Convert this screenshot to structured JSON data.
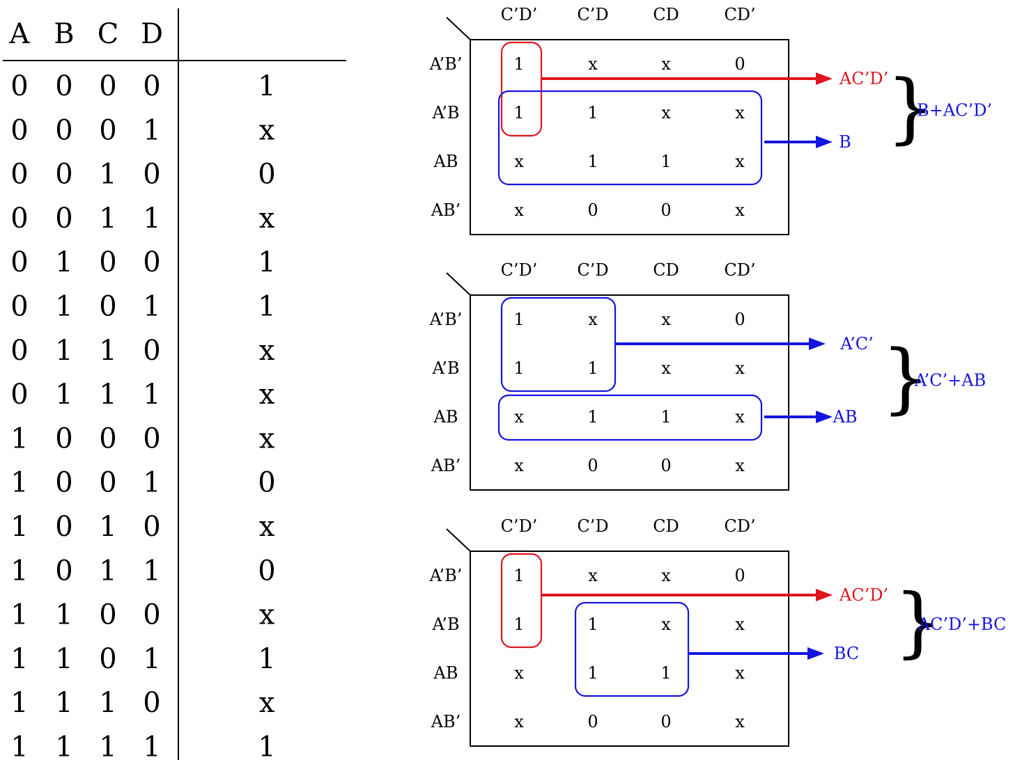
{
  "truth_table": {
    "headers": [
      "A",
      "B",
      "C",
      "D"
    ],
    "rows": [
      {
        "inputs": [
          "0",
          "0",
          "0",
          "0"
        ],
        "output": "1"
      },
      {
        "inputs": [
          "0",
          "0",
          "0",
          "1"
        ],
        "output": "x"
      },
      {
        "inputs": [
          "0",
          "0",
          "1",
          "0"
        ],
        "output": "0"
      },
      {
        "inputs": [
          "0",
          "0",
          "1",
          "1"
        ],
        "output": "x"
      },
      {
        "inputs": [
          "0",
          "1",
          "0",
          "0"
        ],
        "output": "1"
      },
      {
        "inputs": [
          "0",
          "1",
          "0",
          "1"
        ],
        "output": "1"
      },
      {
        "inputs": [
          "0",
          "1",
          "1",
          "0"
        ],
        "output": "x"
      },
      {
        "inputs": [
          "0",
          "1",
          "1",
          "1"
        ],
        "output": "x"
      },
      {
        "inputs": [
          "1",
          "0",
          "0",
          "0"
        ],
        "output": "x"
      },
      {
        "inputs": [
          "1",
          "0",
          "0",
          "1"
        ],
        "output": "0"
      },
      {
        "inputs": [
          "1",
          "0",
          "1",
          "0"
        ],
        "output": "x"
      },
      {
        "inputs": [
          "1",
          "0",
          "1",
          "1"
        ],
        "output": "0"
      },
      {
        "inputs": [
          "1",
          "1",
          "0",
          "0"
        ],
        "output": "x"
      },
      {
        "inputs": [
          "1",
          "1",
          "0",
          "1"
        ],
        "output": "1"
      },
      {
        "inputs": [
          "1",
          "1",
          "1",
          "0"
        ],
        "output": "x"
      },
      {
        "inputs": [
          "1",
          "1",
          "1",
          "1"
        ],
        "output": "1"
      }
    ]
  },
  "colors": {
    "red": "#e0141e",
    "blue": "#1414e0",
    "black": "#000000"
  },
  "kmaps": [
    {
      "col_labels": [
        "C’D’",
        "C’D",
        "CD",
        "CD’"
      ],
      "row_labels": [
        "A’B’",
        "A’B",
        "AB",
        "AB’"
      ],
      "cells": [
        [
          "1",
          "x",
          "x",
          "0"
        ],
        [
          "1",
          "1",
          "x",
          "x"
        ],
        [
          "x",
          "1",
          "1",
          "x"
        ],
        [
          "x",
          "0",
          "0",
          "x"
        ]
      ],
      "groups": [
        {
          "label": "AC’D’",
          "color": "red",
          "rows": [
            0,
            1
          ],
          "cols": [
            0,
            0
          ],
          "arrow_row": 0.3
        },
        {
          "label": "B",
          "color": "blue",
          "rows": [
            1,
            2
          ],
          "cols": [
            0,
            3
          ],
          "arrow_row": 1.6
        }
      ],
      "result": "B+AC’D’"
    },
    {
      "col_labels": [
        "C’D’",
        "C’D",
        "CD",
        "CD’"
      ],
      "row_labels": [
        "A’B’",
        "A’B",
        "AB",
        "AB’"
      ],
      "cells": [
        [
          "1",
          "x",
          "x",
          "0"
        ],
        [
          "1",
          "1",
          "x",
          "x"
        ],
        [
          "x",
          "1",
          "1",
          "x"
        ],
        [
          "x",
          "0",
          "0",
          "x"
        ]
      ],
      "groups": [
        {
          "label": "A’C’",
          "color": "blue",
          "rows": [
            0,
            1
          ],
          "cols": [
            0,
            1
          ],
          "arrow_row": 0.5
        },
        {
          "label": "AB",
          "color": "blue",
          "rows": [
            2,
            2
          ],
          "cols": [
            0,
            3
          ],
          "arrow_row": 2.0
        }
      ],
      "result": "A’C’+AB"
    },
    {
      "col_labels": [
        "C’D’",
        "C’D",
        "CD",
        "CD’"
      ],
      "row_labels": [
        "A’B’",
        "A’B",
        "AB",
        "AB’"
      ],
      "cells": [
        [
          "1",
          "x",
          "x",
          "0"
        ],
        [
          "1",
          "1",
          "x",
          "x"
        ],
        [
          "x",
          "1",
          "1",
          "x"
        ],
        [
          "x",
          "0",
          "0",
          "x"
        ]
      ],
      "groups": [
        {
          "label": "AC’D’",
          "color": "red",
          "rows": [
            0,
            1
          ],
          "cols": [
            0,
            0
          ],
          "arrow_row": 0.4
        },
        {
          "label": "BC",
          "color": "blue",
          "rows": [
            1,
            2
          ],
          "cols": [
            1,
            2
          ],
          "arrow_row": 1.6
        }
      ],
      "result": "AC’D’+BC"
    }
  ]
}
